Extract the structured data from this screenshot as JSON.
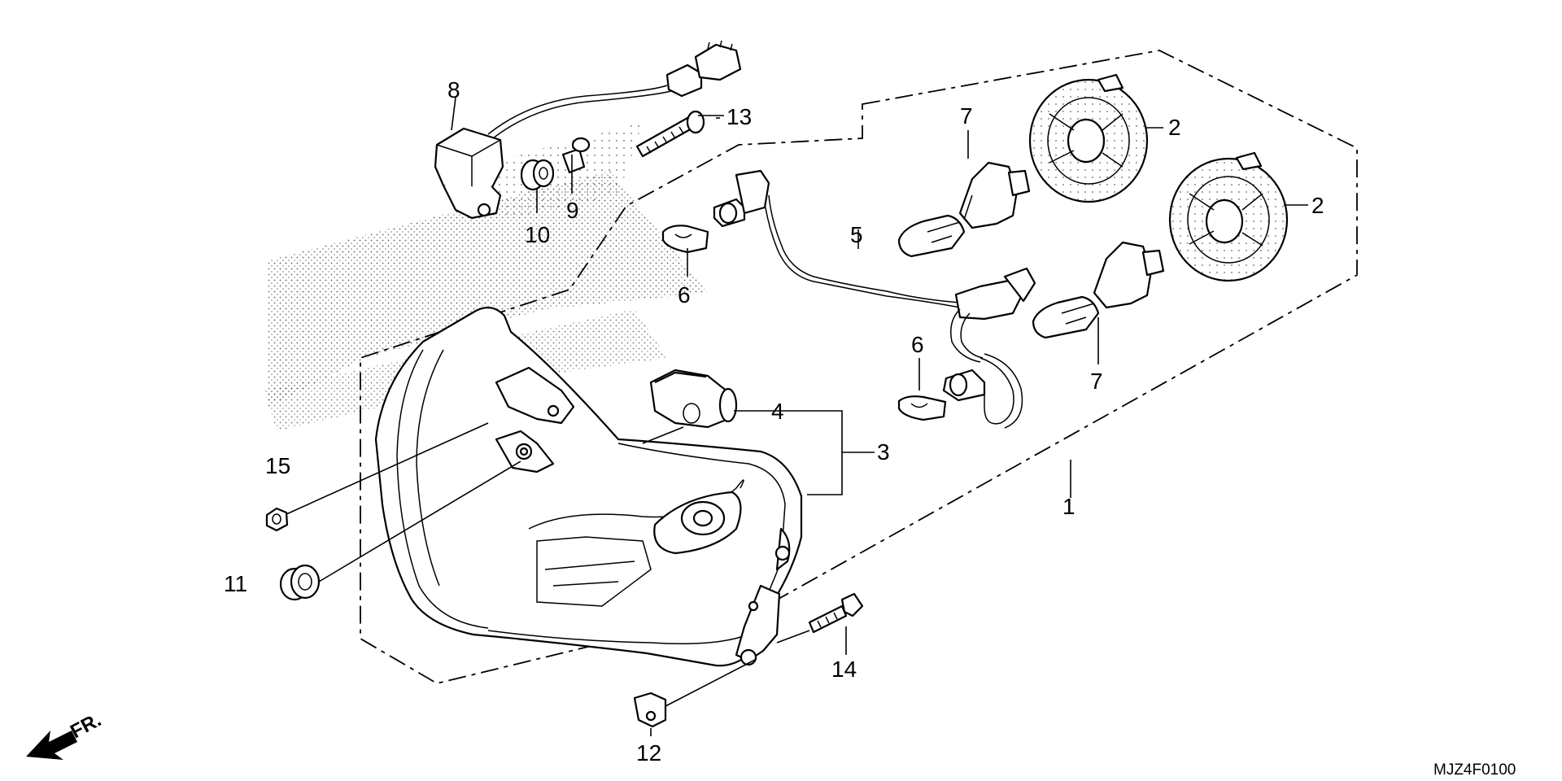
{
  "diagram": {
    "callouts": {
      "c1": "1",
      "c2a": "2",
      "c2b": "2",
      "c3": "3",
      "c4": "4",
      "c5": "5",
      "c6a": "6",
      "c6b": "6",
      "c7a": "7",
      "c7b": "7",
      "c8": "8",
      "c9": "9",
      "c10": "10",
      "c11": "11",
      "c12": "12",
      "c13": "13",
      "c14": "14",
      "c15": "15"
    },
    "direction_label": "FR.",
    "diagram_code": "MJZ4F0100"
  }
}
